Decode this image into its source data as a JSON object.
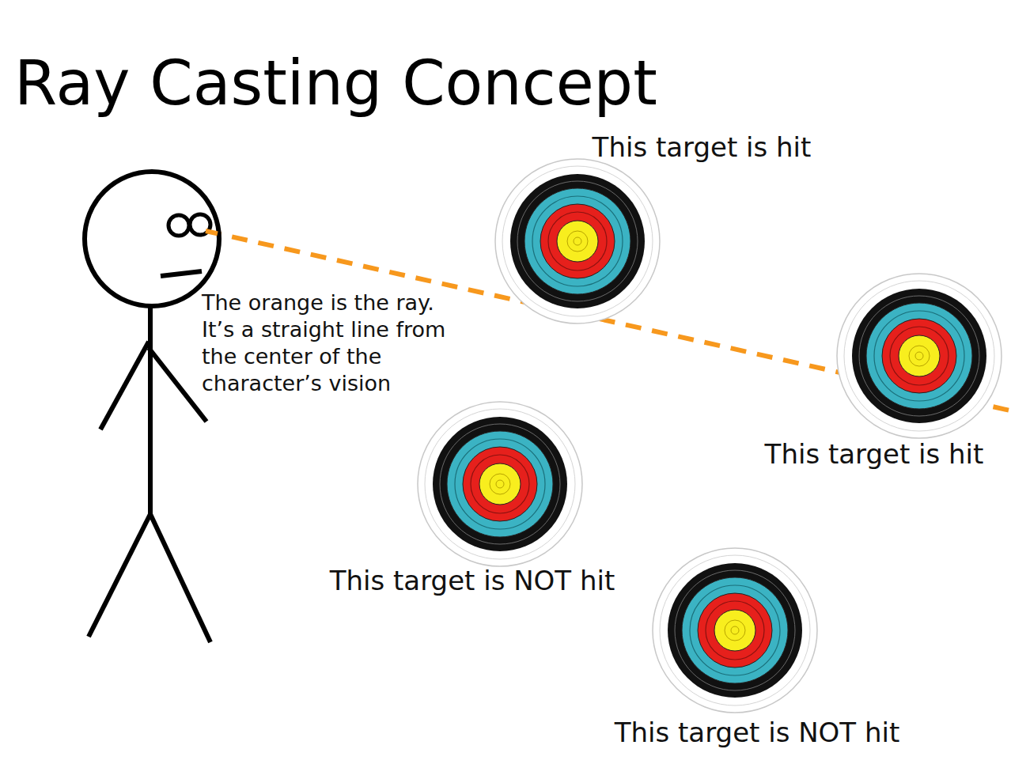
{
  "diagram": {
    "title": "Ray Casting Concept",
    "nodes": [
      {
        "text": [
          "This target is hit"
        ]
      },
      {
        "text": [
          "This target is hit"
        ]
      },
      {
        "text": [
          "This target is NOT hit"
        ]
      },
      {
        "text": [
          "This target is NOT hit"
        ]
      }
    ],
    "labels": [
      "The orange is the ray. It’s a straight line from the center of the character’s vision"
    ]
  }
}
